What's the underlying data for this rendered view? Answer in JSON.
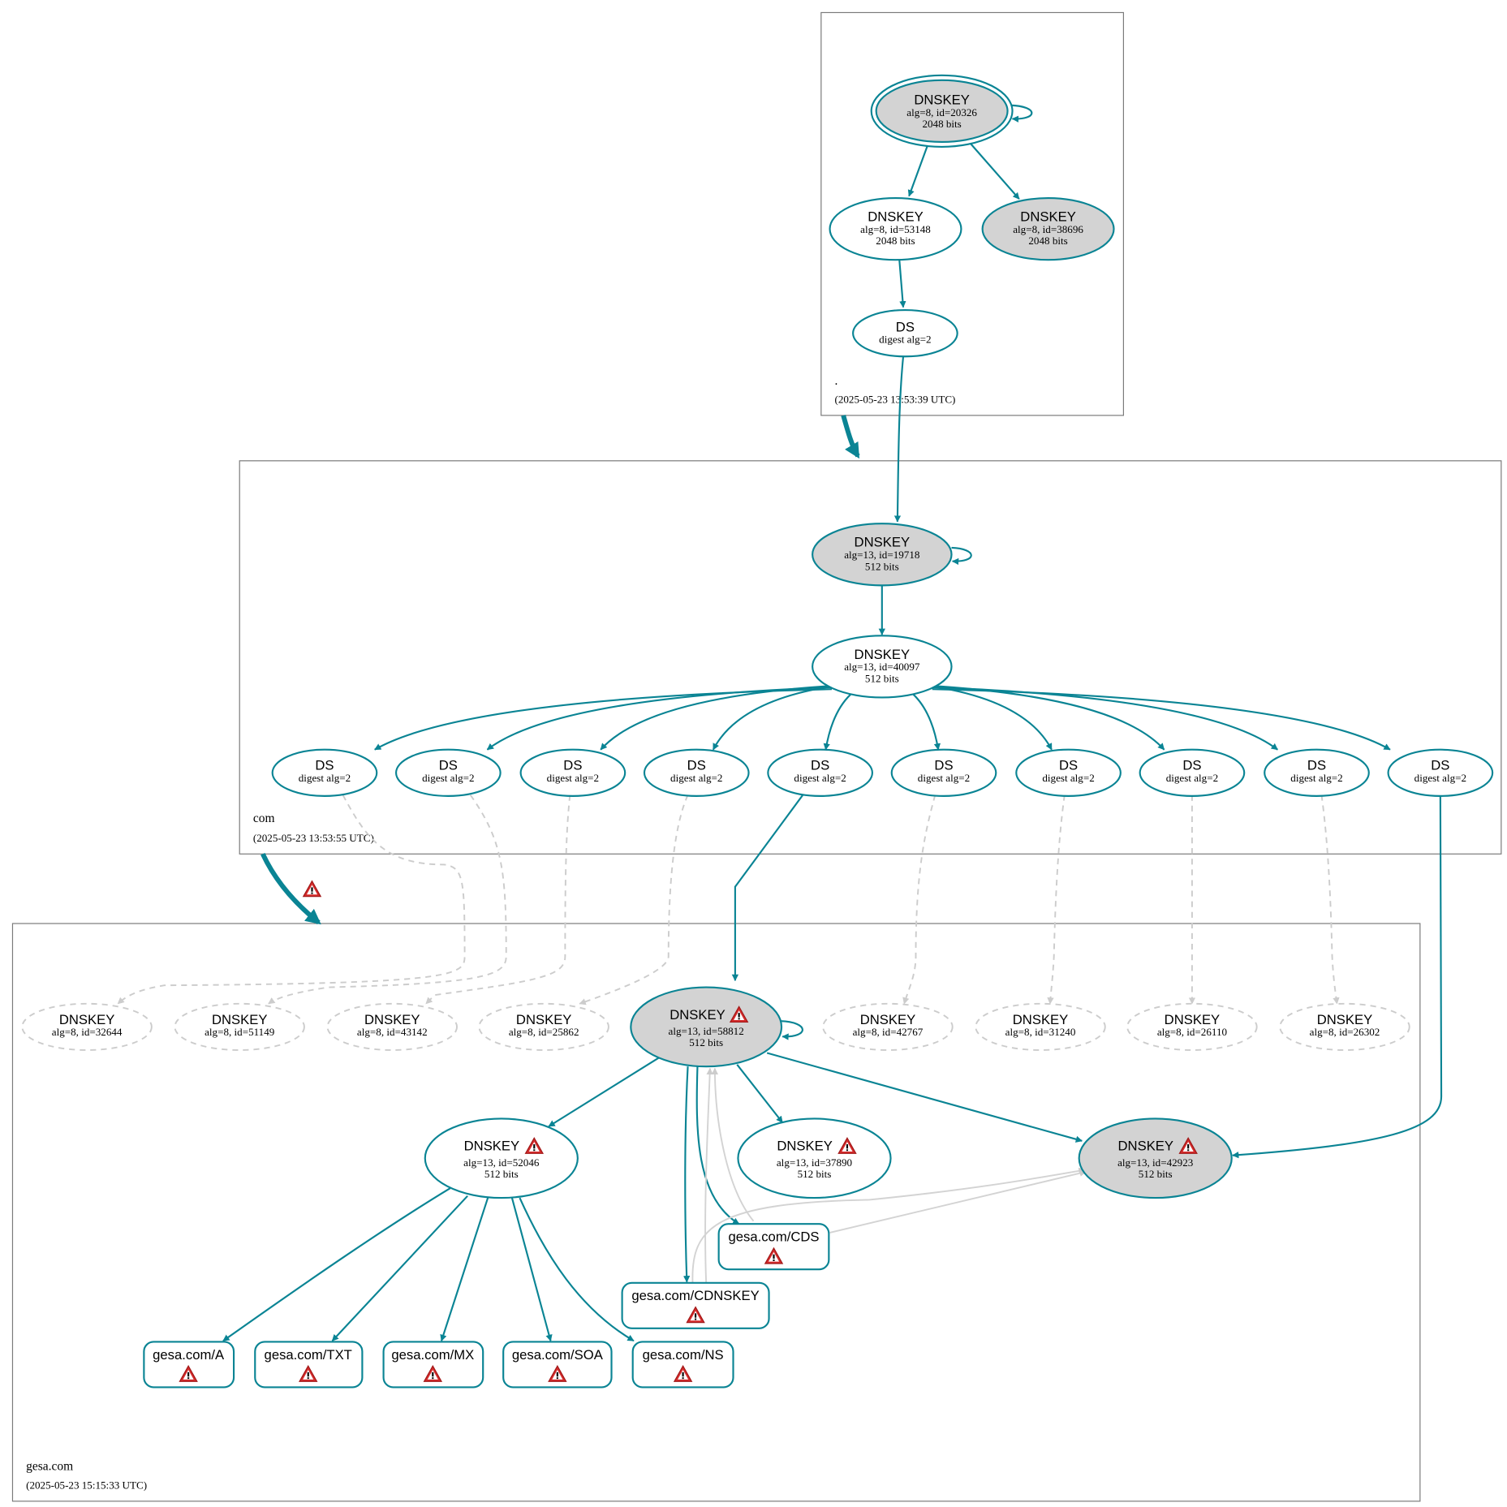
{
  "colors": {
    "edge": "#0a8494",
    "node_fill_sep": "#d3d3d3",
    "node_fill": "#ffffff",
    "inactive": "#cccccc",
    "warning": "#d42b2b"
  },
  "zones": [
    {
      "id": "root",
      "name": ".",
      "time": "(2025-05-23 13:53:39 UTC)"
    },
    {
      "id": "com",
      "name": "com",
      "time": "(2025-05-23 13:53:55 UTC)"
    },
    {
      "id": "gesa",
      "name": "gesa.com",
      "time": "(2025-05-23 15:15:33 UTC)"
    }
  ],
  "nodes": {
    "root_ksk": {
      "title": "DNSKEY",
      "line1": "alg=8, id=20326",
      "line2": "2048 bits"
    },
    "root_zsk1": {
      "title": "DNSKEY",
      "line1": "alg=8, id=53148",
      "line2": "2048 bits"
    },
    "root_zsk2": {
      "title": "DNSKEY",
      "line1": "alg=8, id=38696",
      "line2": "2048 bits"
    },
    "root_ds": {
      "title": "DS",
      "line1": "digest alg=2"
    },
    "com_ksk": {
      "title": "DNSKEY",
      "line1": "alg=13, id=19718",
      "line2": "512 bits"
    },
    "com_zsk": {
      "title": "DNSKEY",
      "line1": "alg=13, id=40097",
      "line2": "512 bits"
    },
    "com_ds": [
      {
        "title": "DS",
        "line1": "digest alg=2"
      },
      {
        "title": "DS",
        "line1": "digest alg=2"
      },
      {
        "title": "DS",
        "line1": "digest alg=2"
      },
      {
        "title": "DS",
        "line1": "digest alg=2"
      },
      {
        "title": "DS",
        "line1": "digest alg=2"
      },
      {
        "title": "DS",
        "line1": "digest alg=2"
      },
      {
        "title": "DS",
        "line1": "digest alg=2"
      },
      {
        "title": "DS",
        "line1": "digest alg=2"
      },
      {
        "title": "DS",
        "line1": "digest alg=2"
      },
      {
        "title": "DS",
        "line1": "digest alg=2"
      }
    ],
    "gesa_missing": [
      {
        "title": "DNSKEY",
        "line1": "alg=8, id=32644"
      },
      {
        "title": "DNSKEY",
        "line1": "alg=8, id=51149"
      },
      {
        "title": "DNSKEY",
        "line1": "alg=8, id=43142"
      },
      {
        "title": "DNSKEY",
        "line1": "alg=8, id=25862"
      },
      {
        "title": "DNSKEY",
        "line1": "alg=8, id=42767"
      },
      {
        "title": "DNSKEY",
        "line1": "alg=8, id=31240"
      },
      {
        "title": "DNSKEY",
        "line1": "alg=8, id=26110"
      },
      {
        "title": "DNSKEY",
        "line1": "alg=8, id=26302"
      }
    ],
    "gesa_ksk": {
      "title": "DNSKEY",
      "line1": "alg=13, id=58812",
      "line2": "512 bits",
      "warning": true
    },
    "gesa_zsk1": {
      "title": "DNSKEY",
      "line1": "alg=13, id=52046",
      "line2": "512 bits",
      "warning": true
    },
    "gesa_zsk2": {
      "title": "DNSKEY",
      "line1": "alg=13, id=37890",
      "line2": "512 bits",
      "warning": true
    },
    "gesa_ksk2": {
      "title": "DNSKEY",
      "line1": "alg=13, id=42923",
      "line2": "512 bits",
      "warning": true
    },
    "rrsets": {
      "cds": "gesa.com/CDS",
      "cdnskey": "gesa.com/CDNSKEY",
      "a": "gesa.com/A",
      "txt": "gesa.com/TXT",
      "mx": "gesa.com/MX",
      "soa": "gesa.com/SOA",
      "ns": "gesa.com/NS"
    }
  }
}
